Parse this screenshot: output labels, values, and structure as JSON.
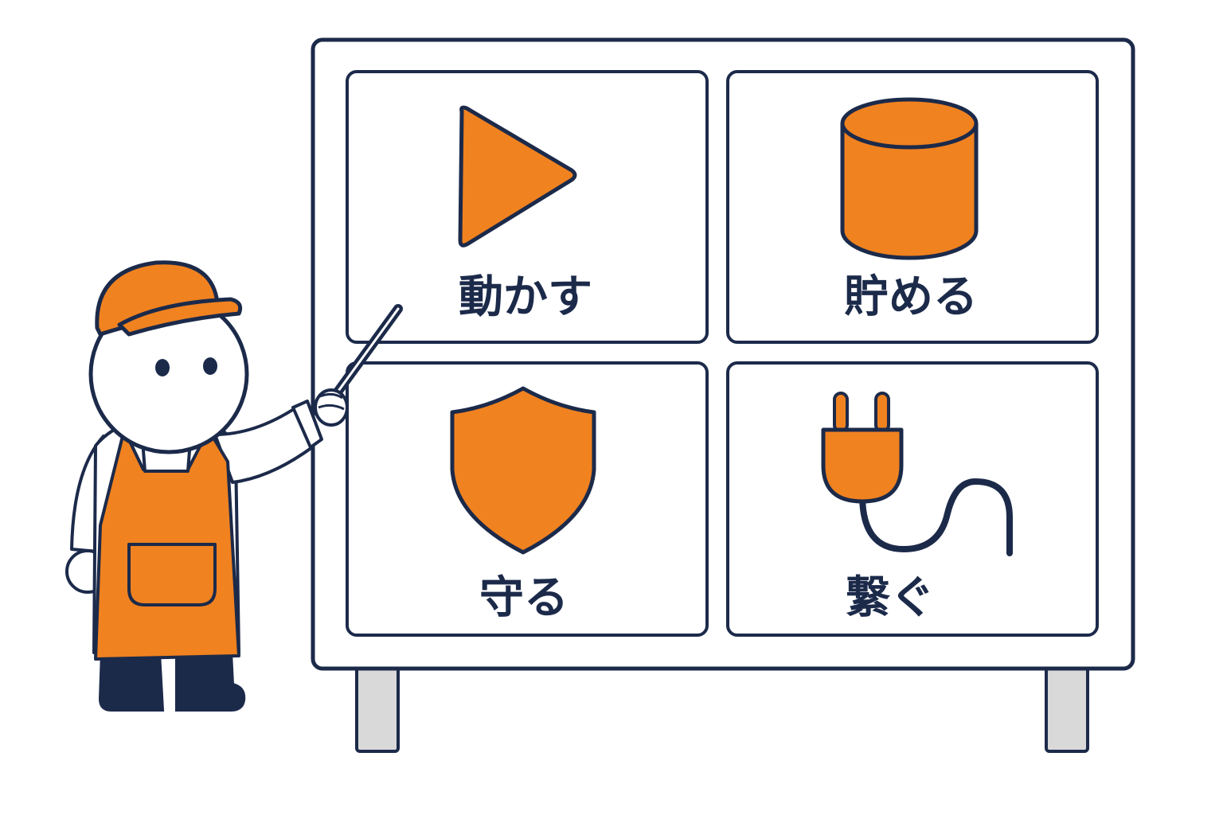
{
  "board": {
    "cards": [
      {
        "label": "動かす",
        "icon": "play-icon"
      },
      {
        "label": "貯める",
        "icon": "cylinder-storage-icon"
      },
      {
        "label": "守る",
        "icon": "shield-icon"
      },
      {
        "label": "繋ぐ",
        "icon": "plug-icon"
      }
    ]
  },
  "character": {
    "role": "presenter",
    "accessories": [
      "cap",
      "apron",
      "pointer-stick"
    ]
  },
  "colors": {
    "accent": "#f08220",
    "outline": "#1c2a4a",
    "leg_gray": "#d9d9d9",
    "background": "#ffffff"
  }
}
